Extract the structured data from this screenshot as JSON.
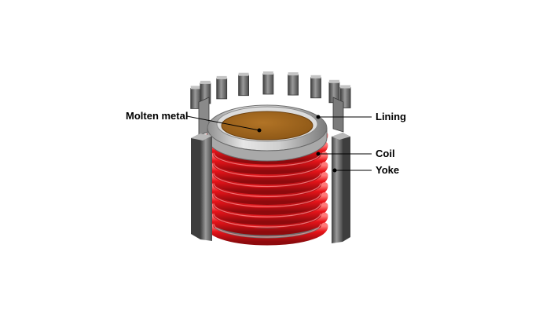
{
  "labels": {
    "molten_metal": "Molten metal",
    "lining": "Lining",
    "coil": "Coil",
    "yoke": "Yoke"
  },
  "colors": {
    "molten_metal": "#a0661c",
    "lining": "#c8c8c8",
    "coil": "#e0141a",
    "yoke": "#5a5a5a"
  },
  "coil_turns": 10,
  "yoke_segments": 14
}
